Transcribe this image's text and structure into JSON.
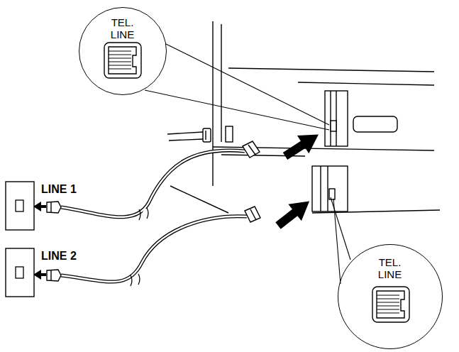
{
  "diagram": {
    "nodes": [
      {
        "text": [
          "TEL. LINE"
        ]
      },
      {
        "text": [
          "LINE 1"
        ]
      },
      {
        "text": [
          "LINE 2"
        ]
      },
      {
        "text": [
          "TEL. LINE"
        ]
      }
    ]
  }
}
